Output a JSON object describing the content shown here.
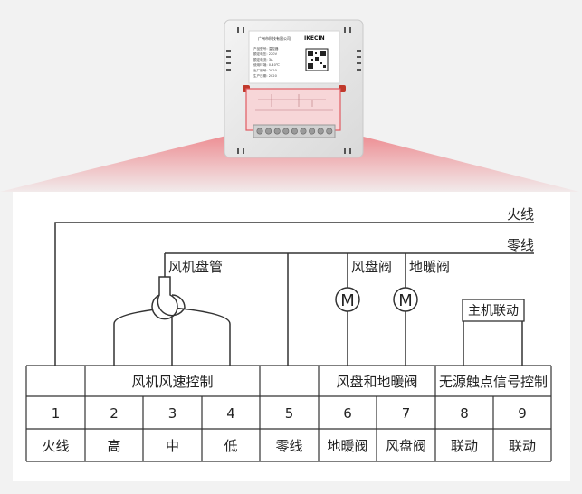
{
  "product": {
    "brand_logo": "IKECIN",
    "company_line": "广州市科技有限公司",
    "spec_lines": [
      "产品型号: 温控器",
      "额定电压: 220V",
      "额定电流: 3A",
      "使用环境: 0-40℃",
      "出厂编号: 2020",
      "生产日期: 2020"
    ]
  },
  "wires": {
    "live": "火线",
    "neutral": "零线"
  },
  "devices": {
    "fan_coil": "风机盘管",
    "fan_valve": "风盘阀",
    "floor_valve": "地暖阀",
    "motor_symbol": "M",
    "host_link": "主机联动"
  },
  "table": {
    "groups": [
      {
        "label": ""
      },
      {
        "label": "风机风速控制"
      },
      {
        "label": ""
      },
      {
        "label": "风盘和地暖阀"
      },
      {
        "label": "无源触点信号控制"
      }
    ],
    "numbers": [
      "1",
      "2",
      "3",
      "4",
      "5",
      "6",
      "7",
      "8",
      "9"
    ],
    "functions": [
      "火线",
      "高",
      "中",
      "低",
      "零线",
      "地暖阀",
      "风盘阀",
      "联动",
      "联动"
    ]
  },
  "colors": {
    "beam": "#e8303a",
    "line": "#333333",
    "panel_bg": "#ffffff",
    "page_bg": "#f2f2f2"
  }
}
